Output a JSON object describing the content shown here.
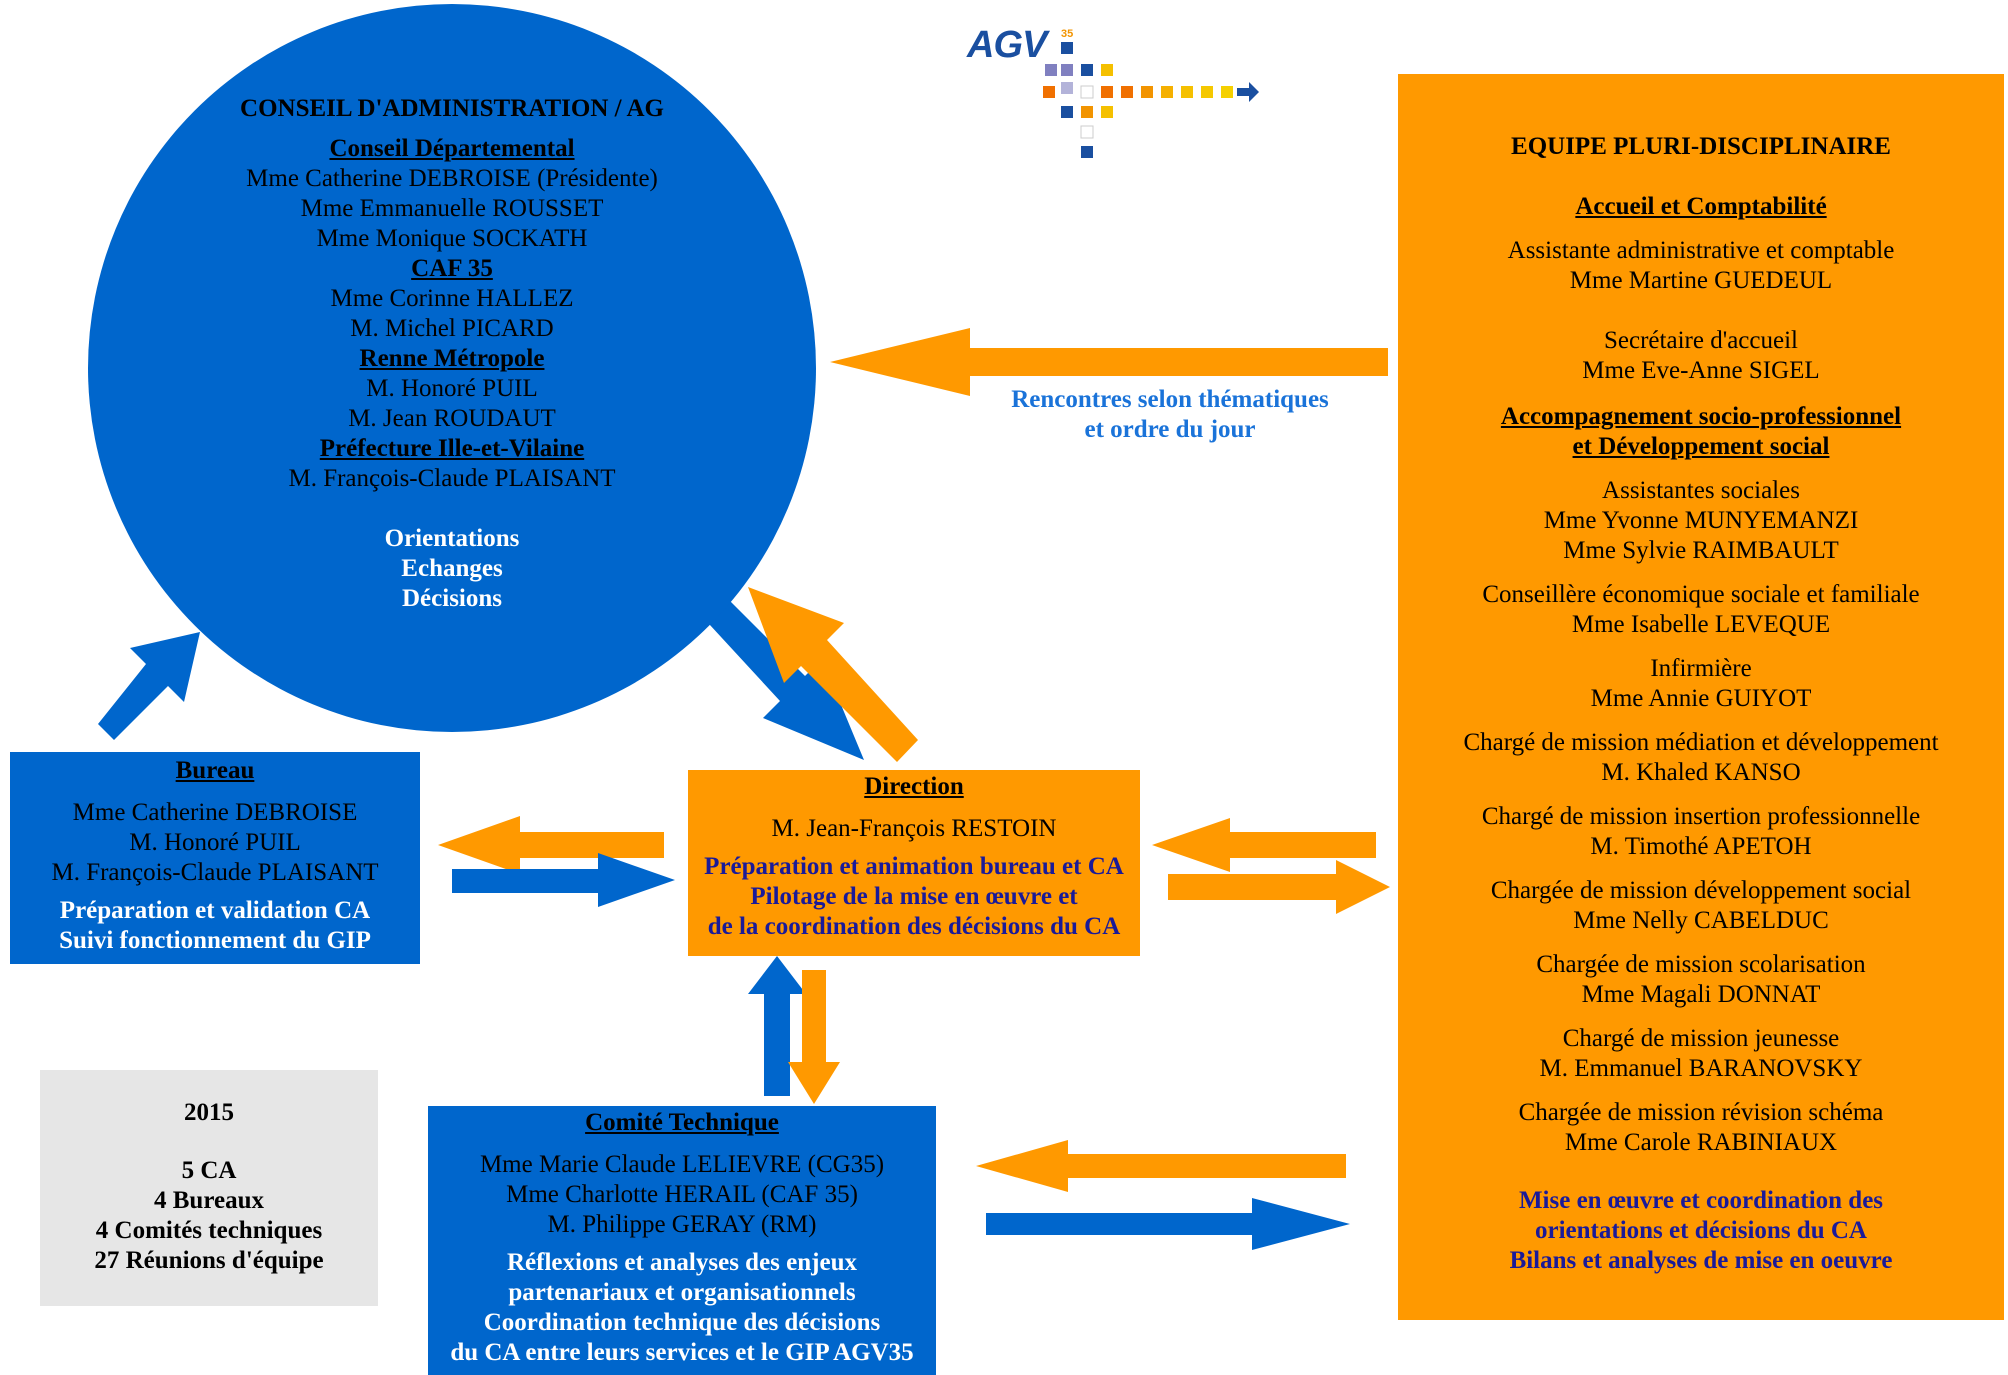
{
  "logo": {
    "text": "AGV",
    "sub": "35"
  },
  "conseil": {
    "title": "CONSEIL D'ADMINISTRATION / AG",
    "groups": [
      {
        "heading": "Conseil Départemental",
        "members": [
          "Mme Catherine DEBROISE (Présidente)",
          "Mme Emmanuelle ROUSSET",
          "Mme Monique SOCKATH"
        ]
      },
      {
        "heading": "CAF 35",
        "members": [
          "Mme Corinne HALLEZ",
          "M. Michel PICARD"
        ]
      },
      {
        "heading": "Renne Métropole",
        "members": [
          "M. Honoré PUIL",
          "M. Jean ROUDAUT"
        ]
      },
      {
        "heading": "Préfecture Ille-et-Vilaine",
        "members": [
          "M. François-Claude PLAISANT"
        ]
      }
    ],
    "roles": [
      "Orientations",
      "Echanges",
      "Décisions"
    ]
  },
  "rencontres": [
    "Rencontres selon thématiques",
    "et ordre du jour"
  ],
  "bureau": {
    "title": "Bureau",
    "members": [
      "Mme Catherine DEBROISE",
      "M. Honoré PUIL",
      "M. François-Claude PLAISANT"
    ],
    "roles": [
      "Préparation et validation CA",
      "Suivi fonctionnement du GIP"
    ]
  },
  "direction": {
    "title": "Direction",
    "members": [
      "M. Jean-François RESTOIN"
    ],
    "roles": [
      "Préparation et animation bureau et CA",
      "Pilotage de la mise en œuvre et",
      "de la coordination des décisions du CA"
    ]
  },
  "comite": {
    "title": "Comité Technique",
    "members": [
      "Mme Marie Claude LELIEVRE (CG35)",
      "Mme Charlotte HERAIL (CAF 35)",
      "M. Philippe GERAY (RM)"
    ],
    "roles": [
      "Réflexions et analyses des enjeux",
      "partenariaux et organisationnels",
      "Coordination technique des décisions",
      "du CA entre leurs services et le GIP AGV35"
    ]
  },
  "stats": {
    "year": "2015",
    "lines": [
      "5 CA",
      "4 Bureaux",
      "4 Comités techniques",
      "27 Réunions d'équipe"
    ]
  },
  "equipe": {
    "title": "EQUIPE PLURI-DISCIPLINAIRE",
    "section1": "Accueil et Comptabilité",
    "accueil": [
      [
        "Assistante administrative et comptable",
        "Mme Martine GUEDEUL"
      ],
      [
        "Secrétaire d'accueil",
        "Mme Eve-Anne SIGEL"
      ]
    ],
    "section2": [
      "Accompagnement socio-professionnel",
      "et Développement social"
    ],
    "accompagnement": [
      [
        "Assistantes sociales",
        "Mme Yvonne MUNYEMANZI",
        "Mme Sylvie RAIMBAULT"
      ],
      [
        "Conseillère économique sociale et familiale",
        "Mme Isabelle LEVEQUE"
      ],
      [
        "Infirmière",
        "Mme Annie GUIYOT"
      ],
      [
        "Chargé de mission médiation et développement",
        "M. Khaled KANSO"
      ],
      [
        "Chargé de mission insertion professionnelle",
        "M. Timothé APETOH"
      ],
      [
        "Chargée de mission développement social",
        "Mme Nelly CABELDUC"
      ],
      [
        "Chargée de mission scolarisation",
        "Mme Magali DONNAT"
      ],
      [
        "Chargé de mission jeunesse",
        "M. Emmanuel BARANOVSKY"
      ],
      [
        "Chargée de mission révision schéma",
        "Mme Carole RABINIAUX"
      ]
    ],
    "roles": [
      "Mise en œuvre et coordination des",
      "orientations et décisions du CA",
      "Bilans et analyses de mise en oeuvre"
    ]
  },
  "colors": {
    "blue": "#0066cc",
    "orange": "#ff9900",
    "grey": "#e6e6e6",
    "navy": "#1a1a99"
  }
}
